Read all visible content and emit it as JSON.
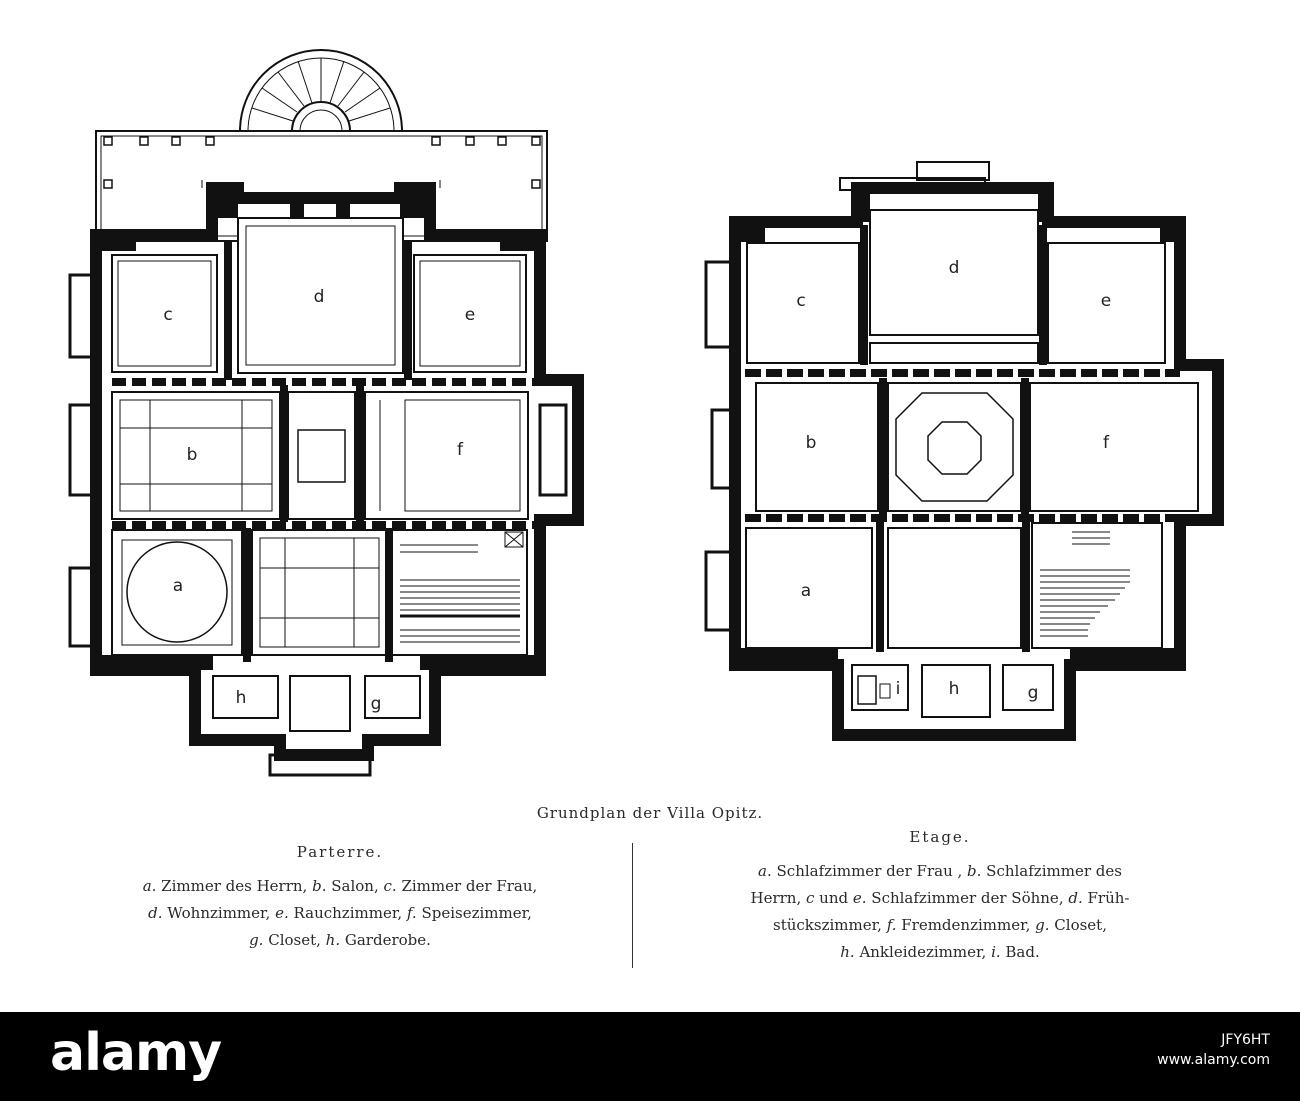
{
  "figure": {
    "title": "Grundplan der Villa Opitz.",
    "parterre": {
      "heading": "Parterre.",
      "legend_lines": [
        [
          "a.",
          " Zimmer des Herrn, ",
          "b.",
          " Salon, ",
          "c.",
          " Zimmer der Frau,"
        ],
        [
          "d.",
          " Wohnzimmer, ",
          "e.",
          " Rauchzimmer, ",
          "f.",
          " Speisezimmer,"
        ],
        [
          "g.",
          " Closet, ",
          "h.",
          " Garderobe."
        ]
      ],
      "room_labels": {
        "a": "a",
        "b": "b",
        "c": "c",
        "d": "d",
        "e": "e",
        "f": "f",
        "g": "g",
        "h": "h"
      }
    },
    "etage": {
      "heading": "Etage.",
      "legend_lines": [
        [
          "a.",
          " Schlafzimmer der Frau , ",
          "b.",
          " Schlafzimmer des"
        ],
        [
          "",
          "Herrn, ",
          "c",
          " und ",
          "e.",
          " Schlafzimmer der Söhne, ",
          "d.",
          " Früh-"
        ],
        [
          "",
          "stückszimmer, ",
          "f.",
          " Fremdenzimmer, ",
          "g.",
          " Closet,"
        ],
        [
          "h.",
          " Ankleidezimmer, ",
          "i.",
          " Bad."
        ]
      ],
      "room_labels": {
        "a": "a",
        "b": "b",
        "c": "c",
        "d": "d",
        "e": "e",
        "f": "f",
        "g": "g",
        "h": "h",
        "i": "i"
      }
    }
  },
  "watermark": {
    "logo": "alamy",
    "code_line1": "JFY6HT",
    "code_line2": "www.alamy.com"
  }
}
